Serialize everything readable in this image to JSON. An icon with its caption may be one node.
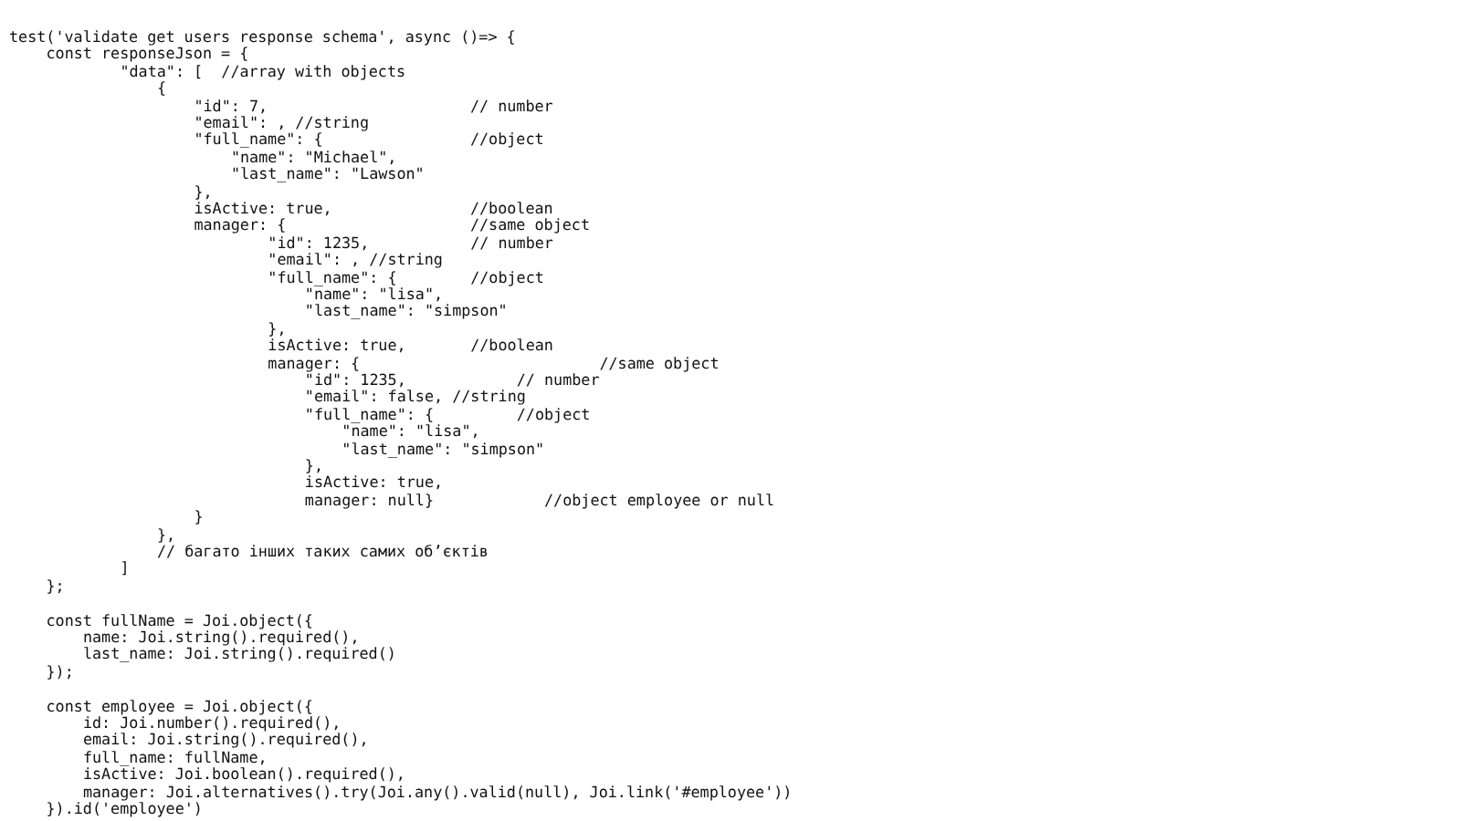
{
  "diagram": {
    "labels": [
      "test('validate get users response schema', async ()=> {",
      "const responseJson = {",
      "\"data\": [  //array with objects",
      "{",
      "\"id\": 7,                      // number",
      "\"email\": , //string",
      "\"full_name\": {                //object",
      "\"name\": \"Michael\",",
      "\"last_name\": \"Lawson\"",
      "},",
      "isActive: true,               //boolean",
      "manager: {                    //same object",
      "\"id\": 1235,           // number",
      "\"email\": , //string",
      "\"full_name\": {        //object",
      "\"name\": \"lisa\",",
      "\"last_name\": \"simpson\"",
      "},",
      "isActive: true,       //boolean",
      "manager: {                          //same object",
      "\"id\": 1235,            // number",
      "\"email\": false, //string",
      "\"full_name\": {         //object",
      "\"name\": \"lisa\",",
      "\"last_name\": \"simpson\"",
      "},",
      "isActive: true,",
      "manager: null}            //object employee or null",
      "}",
      "},",
      "// багато інших таких самих об’єктів",
      "]",
      "};",
      "const fullName = Joi.object({",
      "name: Joi.string().required(),",
      "last_name: Joi.string().required()",
      "});",
      "const employee = Joi.object({",
      "id: Joi.number().required(),",
      "email: Joi.string().required(),",
      "full_name: fullName,",
      "isActive: Joi.boolean().required(),",
      "manager: Joi.alternatives().try(Joi.any().valid(null), Joi.link('#employee'))",
      "}).id('employee')"
    ]
  }
}
